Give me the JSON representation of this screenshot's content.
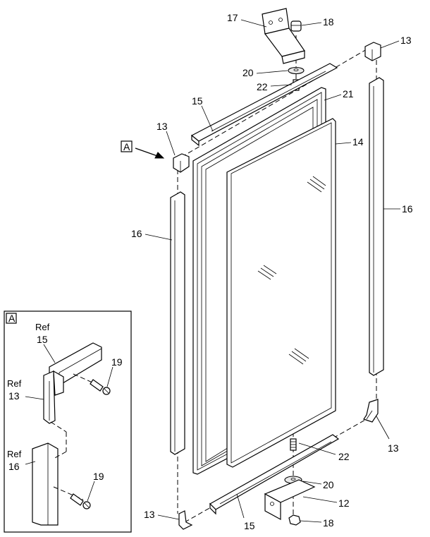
{
  "callouts": {
    "c17": "17",
    "c18_top": "18",
    "c13_tr": "13",
    "c20_top": "20",
    "c22_top": "22",
    "c21": "21",
    "c15_top": "15",
    "c13_a": "13",
    "c14": "14",
    "c16_right": "16",
    "c16_left": "16",
    "c13_br": "13",
    "c22_bottom": "22",
    "c20_bottom": "20",
    "c12": "12",
    "c18_bottom": "18",
    "c15_bottom": "15",
    "c13_bl": "13"
  },
  "view_marker": {
    "label": "A"
  },
  "detail": {
    "label": "A",
    "ref_15": {
      "ref": "Ref",
      "num": "15"
    },
    "ref_13": {
      "ref": "Ref",
      "num": "13"
    },
    "ref_16": {
      "ref": "Ref",
      "num": "16"
    },
    "screw_top": "19",
    "screw_bottom": "19"
  }
}
